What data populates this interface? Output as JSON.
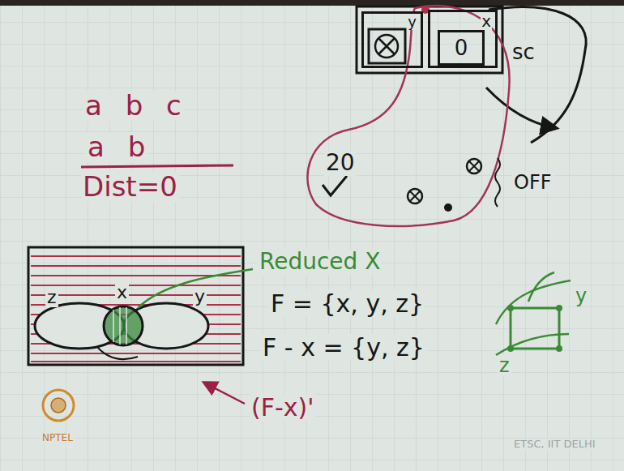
{
  "diagram": {
    "nodes": [
      {
        "text": [
          "y"
        ]
      },
      {
        "text": [
          "x"
        ]
      },
      {
        "text": [
          "0"
        ],
        "in": 1
      }
    ],
    "labels": [
      "a b c",
      "a b",
      "Dist=0",
      "sc",
      "20",
      "OFF",
      "Reduced X",
      "F = {x, y, z}",
      "F - x = {y, z}",
      "(F-x)'",
      "z",
      "x",
      "y",
      "y",
      "z",
      "NPTEL",
      "ETSC, IIT DELHI"
    ]
  }
}
